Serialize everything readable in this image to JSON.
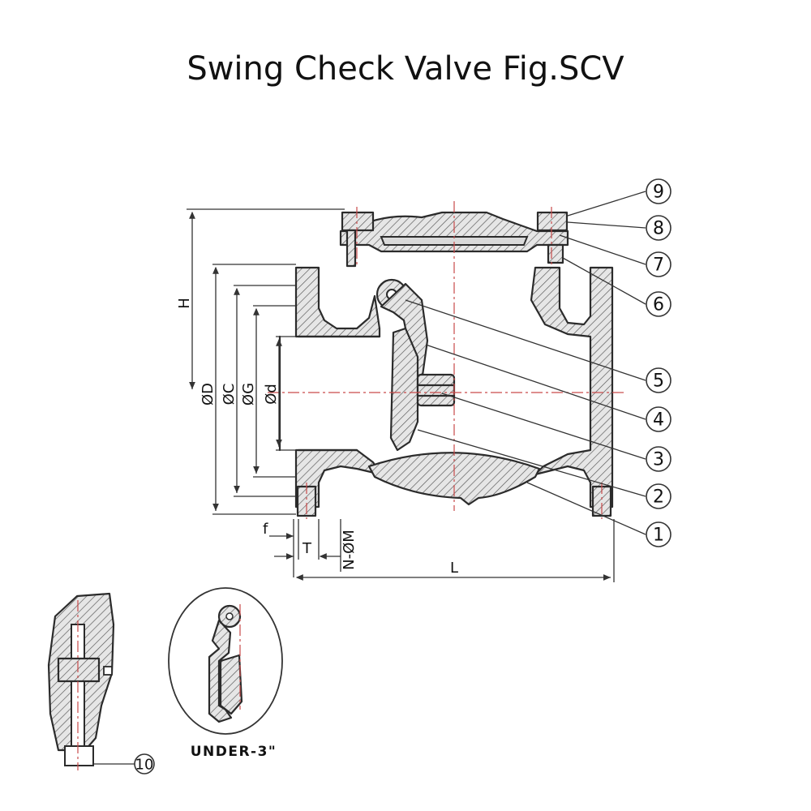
{
  "title": "Swing Check Valve Fig.SCV",
  "dimensions": {
    "H": "H",
    "D": "ØD",
    "C": "ØC",
    "G": "ØG",
    "d": "Ød",
    "f": "f",
    "T": "T",
    "NM": "N-ØM",
    "L": "L"
  },
  "callouts": [
    "1",
    "2",
    "3",
    "4",
    "5",
    "6",
    "7",
    "8",
    "9",
    "10"
  ],
  "detail_note": "UNDER-3\""
}
